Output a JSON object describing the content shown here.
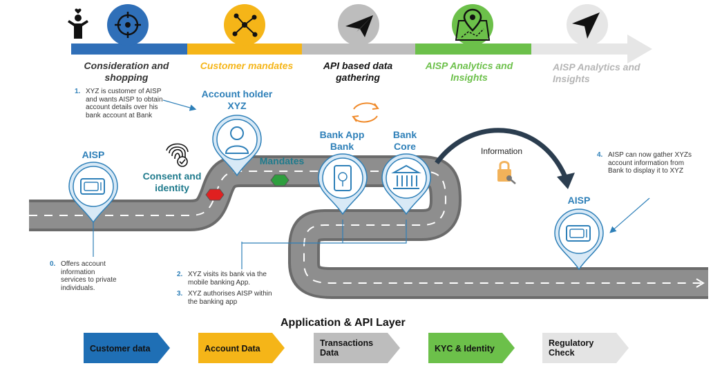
{
  "stages": [
    {
      "label": "Consideration and shopping",
      "color": "#2f6fb8",
      "text_color": "#333333",
      "icon": "target-icon"
    },
    {
      "label": "Customer mandates",
      "color": "#f5b518",
      "text_color": "#f5b518",
      "icon": "network-icon"
    },
    {
      "label": "API based data gathering",
      "color": "#bdbdbd",
      "text_color": "#111111",
      "icon": "paper-plane-icon"
    },
    {
      "label": "AISP Analytics and Insights",
      "color": "#6cc04a",
      "text_color": "#6cc04a",
      "icon": "map-pin-icon"
    },
    {
      "label": "AISP Analytics and Insights",
      "color": "#e6e6e6",
      "text_color": "#b5b5b5",
      "icon": "navigation-arrow-icon"
    }
  ],
  "person_icon": "person-heart-icon",
  "pins": {
    "aisp_left": {
      "title": "AISP",
      "icon": "card-icon"
    },
    "account_holder": {
      "title": "Account holder XYZ",
      "icon": "user-icon"
    },
    "bank_app": {
      "title": "Bank App Bank",
      "icon": "mobile-app-icon"
    },
    "bank_core": {
      "title": "Bank Core",
      "icon": "bank-building-icon"
    },
    "aisp_right": {
      "title": "AISP",
      "icon": "card-icon"
    }
  },
  "labels": {
    "consent": "Consent and identity",
    "mandates": "Mandates",
    "information": "Information"
  },
  "notes": [
    {
      "num": "1.",
      "text": "XYZ is customer of AISP and wants AISP to obtain account details over his bank account at Bank"
    },
    {
      "num": "0.",
      "text": "Offers account information services to private individuals."
    },
    {
      "num": "2.",
      "text": "XYZ visits its bank via the mobile banking App."
    },
    {
      "num": "3.",
      "text": "XYZ authorises AISP within the banking app"
    },
    {
      "num": "4.",
      "text": "AISP can now gather XYZs account information from Bank  to display it to XYZ"
    }
  ],
  "layer": {
    "title": "Application & API Layer",
    "items": [
      {
        "label": "Customer data",
        "color": "#1f6fb5"
      },
      {
        "label": "Account Data",
        "color": "#f5b518"
      },
      {
        "label": "Transactions Data",
        "color": "#bdbdbd"
      },
      {
        "label": "KYC & Identity",
        "color": "#6cc04a"
      },
      {
        "label": "Regulatory Check",
        "color": "#e4e4e4"
      }
    ]
  },
  "colors": {
    "blue": "#2d7fb8",
    "road": "#8a8a8a",
    "red_marker": "#e02020",
    "green_marker": "#2e9e3e"
  }
}
